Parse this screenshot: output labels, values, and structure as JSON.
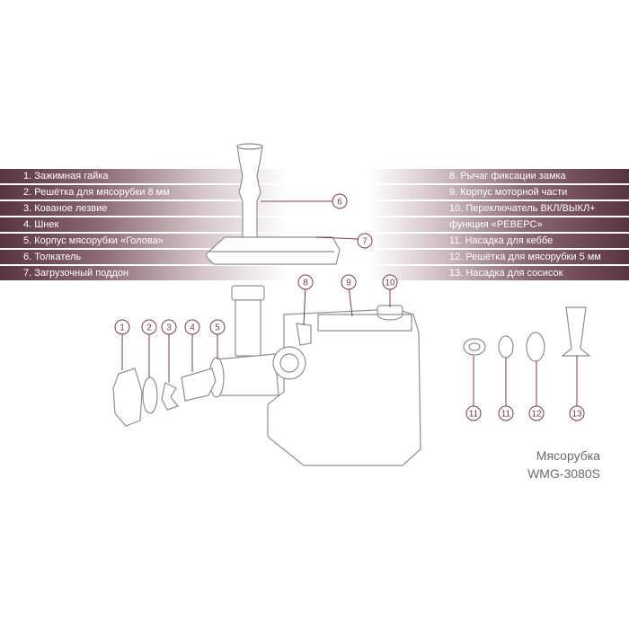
{
  "legend_left": [
    "1. Зажимная гайка",
    "2. Решётка для мясорубки 8 мм",
    "3. Кованое лезвие",
    "4. Шнек",
    "5. Корпус мясорубки «Голова»",
    "6. Толкатель",
    "7. Загрузочный поддон"
  ],
  "legend_right": [
    "8. Рычаг фиксации замка",
    "9. Корпус моторной части",
    "10. Переключатель ВКЛ/ВЫКЛ+",
    "функция «РЕВЕРС»",
    "11. Насадка для кеббе",
    "12. Решётка для мясорубки 5 мм",
    "13. Насадка для сосисок"
  ],
  "callouts": [
    "1",
    "2",
    "3",
    "4",
    "5",
    "6",
    "7",
    "8",
    "9",
    "10",
    "11",
    "11",
    "12",
    "13"
  ],
  "model": {
    "line1": "Мясорубка",
    "line2": "WMG-3080S"
  },
  "colors": {
    "accent": "#7a3c4a",
    "band": "#583440",
    "outline": "#9a9a9a"
  }
}
